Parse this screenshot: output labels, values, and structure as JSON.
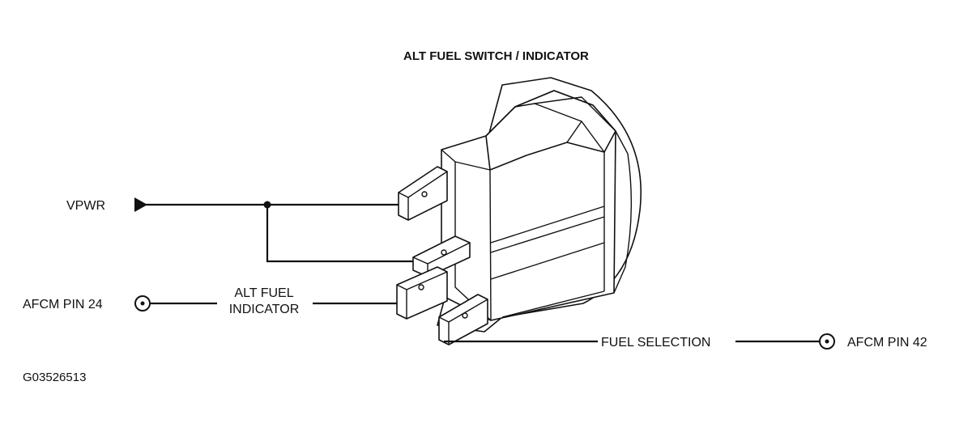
{
  "diagram": {
    "title": "ALT FUEL SWITCH / INDICATOR",
    "labels": {
      "vpwr": "VPWR",
      "afcm_pin_24": "AFCM PIN 24",
      "alt_fuel_line1": "ALT FUEL",
      "alt_fuel_line2": "INDICATOR",
      "fuel_selection": "FUEL SELECTION",
      "afcm_pin_42": "AFCM PIN 42"
    },
    "figure_code": "G03526513"
  }
}
